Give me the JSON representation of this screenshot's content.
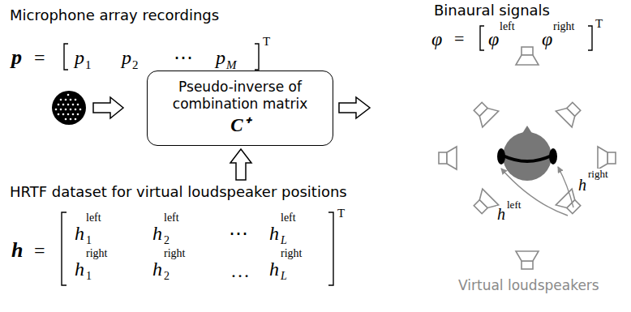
{
  "diagram": {
    "nodes": [
      {
        "text": [
          "Pseudo-inverse of combination matrix",
          "C⁺"
        ]
      }
    ],
    "labels": [
      "Microphone array recordings",
      "p",
      "=",
      "p",
      "1",
      "p",
      "2",
      "⋯",
      "p",
      "M",
      "T",
      "HRTF dataset for virtual loudspeaker positions",
      "h",
      "=",
      "h",
      "1",
      "left",
      "h",
      "2",
      "left",
      "⋯",
      "h",
      "L",
      "left",
      "h",
      "1",
      "right",
      "h",
      "2",
      "right",
      "…",
      "h",
      "L",
      "right",
      "T",
      "Binaural signals",
      "φ",
      "=",
      "φ",
      "left",
      "φ",
      "right",
      "T",
      "h",
      "left",
      "h",
      "right",
      "Virtual loudspeakers"
    ]
  }
}
